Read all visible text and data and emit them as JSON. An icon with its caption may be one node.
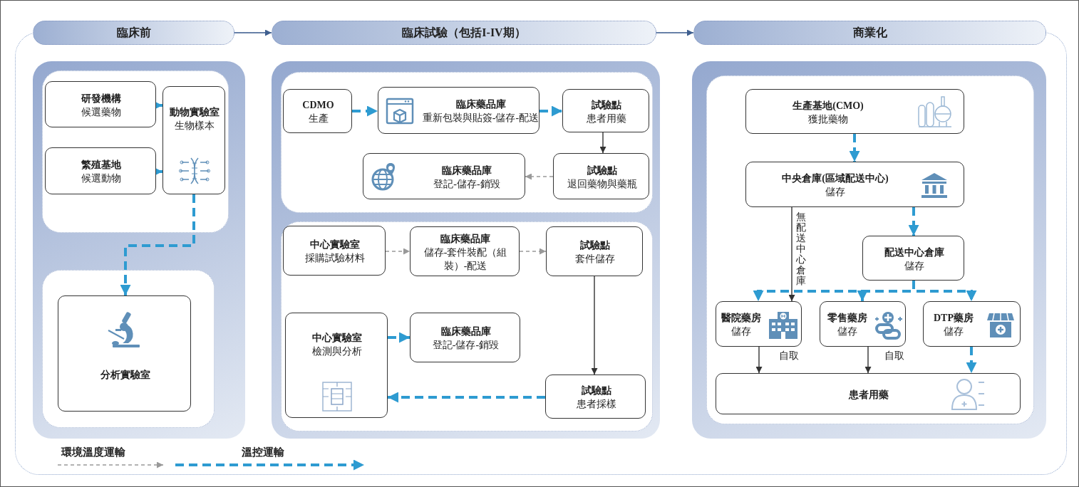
{
  "diagram": {
    "nodes": [
      {
        "text": [
          "臨床前"
        ]
      },
      {
        "text": [
          "臨床試驗（包括I-IV期）"
        ]
      },
      {
        "text": [
          "商業化"
        ]
      },
      {
        "text": [
          "研發機構",
          "候選藥物"
        ]
      },
      {
        "text": [
          "繁殖基地",
          "候選動物"
        ]
      },
      {
        "text": [
          "動物實驗室",
          "生物樣本"
        ]
      },
      {
        "text": [
          "分析實驗室"
        ]
      },
      {
        "text": [
          "CDMO",
          "生產"
        ]
      },
      {
        "text": [
          "臨床藥品庫",
          "重新包裝與貼簽-儲存-配送"
        ]
      },
      {
        "text": [
          "試驗點",
          "患者用藥"
        ]
      },
      {
        "text": [
          "臨床藥品庫",
          "登記-儲存-銷毀"
        ]
      },
      {
        "text": [
          "試驗點",
          "退回藥物與藥瓶"
        ]
      },
      {
        "text": [
          "中心實驗室",
          "採購試驗材料"
        ]
      },
      {
        "text": [
          "臨床藥品庫",
          "儲存-套件裝配（組裝）-配送"
        ]
      },
      {
        "text": [
          "試驗點",
          "套件儲存"
        ]
      },
      {
        "text": [
          "中心實驗室",
          "檢測與分析"
        ]
      },
      {
        "text": [
          "臨床藥品庫",
          "登記-儲存-銷毀"
        ]
      },
      {
        "text": [
          "試驗點",
          "患者採樣"
        ]
      },
      {
        "text": [
          "生產基地(CMO)",
          "獲批藥物"
        ]
      },
      {
        "text": [
          "中央倉庫(區域配送中心)",
          "儲存"
        ]
      },
      {
        "text": [
          "配送中心倉庫",
          "儲存"
        ]
      },
      {
        "text": [
          "醫院藥房",
          "儲存"
        ]
      },
      {
        "text": [
          "零售藥房",
          "儲存"
        ]
      },
      {
        "text": [
          "DTP藥房",
          "儲存"
        ]
      },
      {
        "text": [
          "患者用藥"
        ]
      }
    ],
    "edges": [
      {
        "from": 0,
        "to": 1,
        "arrow": "to",
        "color": "#3f5f8f"
      },
      {
        "from": 1,
        "to": 2,
        "arrow": "to",
        "color": "#3f5f8f"
      },
      {
        "from": 3,
        "to": 5,
        "arrow": "to",
        "style": "dashed"
      },
      {
        "from": 4,
        "to": 5,
        "arrow": "to",
        "style": "dashed"
      },
      {
        "from": 5,
        "to": 6,
        "arrow": "to",
        "style": "dashed"
      },
      {
        "from": 7,
        "to": 8,
        "arrow": "to",
        "style": "dashed"
      },
      {
        "from": 8,
        "to": 9,
        "arrow": "to",
        "style": "dashed"
      },
      {
        "from": 9,
        "to": 11,
        "arrow": "to",
        "color": "#333333"
      },
      {
        "from": 11,
        "to": 10,
        "arrow": "to",
        "style": "dashed",
        "color": "#999999"
      },
      {
        "from": 12,
        "to": 13,
        "arrow": "to",
        "style": "dashed",
        "color": "#999999"
      },
      {
        "from": 13,
        "to": 14,
        "arrow": "to",
        "style": "dashed",
        "color": "#999999"
      },
      {
        "from": 14,
        "to": 17,
        "arrow": "to",
        "color": "#333333"
      },
      {
        "from": 17,
        "to": 15,
        "arrow": "to",
        "style": "dashed"
      },
      {
        "from": 15,
        "to": 16,
        "arrow": "to",
        "style": "dashed"
      },
      {
        "from": 18,
        "to": 19,
        "arrow": "to",
        "style": "dashed"
      },
      {
        "from": 19,
        "to": 20,
        "arrow": "to",
        "style": "dashed"
      },
      {
        "from": 19,
        "to": 21,
        "arrow": "to",
        "color": "#333333",
        "label": "無配送中心倉庫"
      },
      {
        "from": 20,
        "to": 21,
        "arrow": "to",
        "style": "dashed"
      },
      {
        "from": 20,
        "to": 22,
        "arrow": "to",
        "style": "dashed"
      },
      {
        "from": 20,
        "to": 23,
        "arrow": "to",
        "style": "dashed"
      },
      {
        "from": 21,
        "to": 24,
        "arrow": "to",
        "color": "#333333",
        "label": "自取"
      },
      {
        "from": 22,
        "to": 24,
        "arrow": "to",
        "color": "#333333",
        "label": "自取"
      },
      {
        "from": 23,
        "to": 24,
        "arrow": "to",
        "style": "dashed"
      }
    ],
    "legend": [
      {
        "text": "環境溫度運輸"
      },
      {
        "text": "溫控運輸"
      }
    ]
  }
}
